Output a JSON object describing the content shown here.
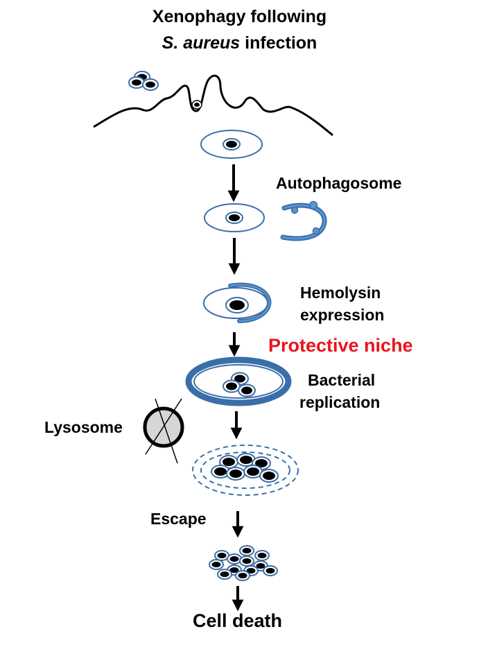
{
  "title": {
    "line1": "Xenophagy following",
    "line2_italic": "S. aureus",
    "line2_rest": " infection"
  },
  "labels": {
    "autophagosome": "Autophagosome",
    "hemolysin_1": "Hemolysin",
    "hemolysin_2": "expression",
    "protective_niche": "Protective niche",
    "replication_1": "Bacterial",
    "replication_2": "replication",
    "lysosome": "Lysosome",
    "escape": "Escape",
    "cell_death": "Cell death"
  },
  "colors": {
    "membrane_blue": "#3a6ea8",
    "membrane_light": "#4d86c4",
    "highlight_red": "#e8141b",
    "lysosome_fill": "#d6d6d6"
  }
}
